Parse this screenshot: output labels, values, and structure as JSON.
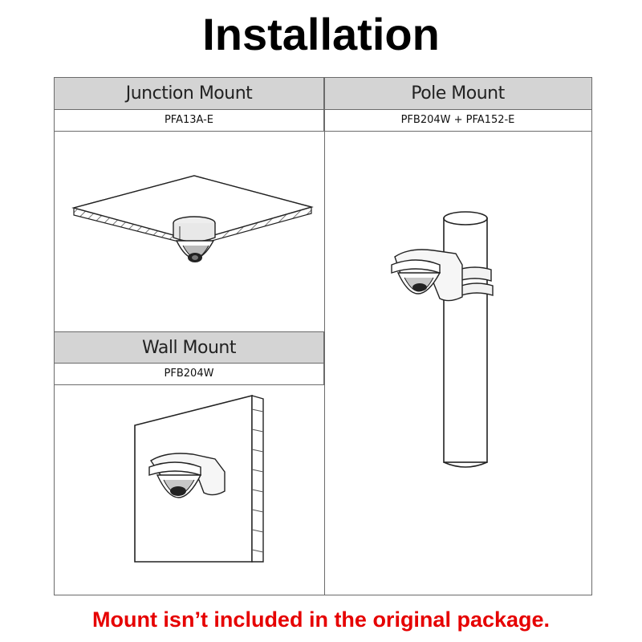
{
  "title": "Installation",
  "panels": {
    "junction": {
      "heading": "Junction Mount",
      "model": "PFA13A-E"
    },
    "pole": {
      "heading": "Pole Mount",
      "model": "PFB204W + PFA152-E"
    },
    "wall": {
      "heading": "Wall Mount",
      "model": "PFB204W"
    }
  },
  "footer_note": "Mount isn’t included in the original package.",
  "colors": {
    "footer": "#e60000",
    "header_bg": "#d4d4d4",
    "border": "#6b6b6b"
  }
}
